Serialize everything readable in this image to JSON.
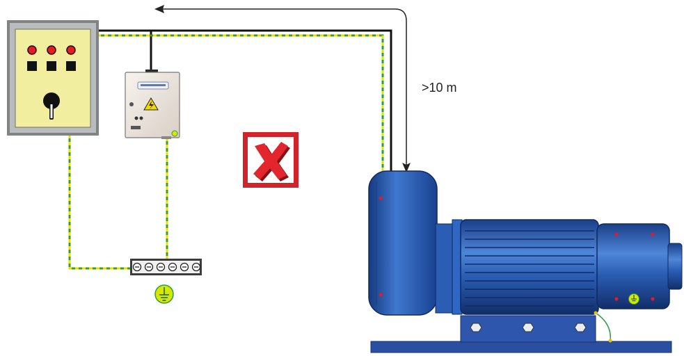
{
  "diagram": {
    "distance_label": ">10 m",
    "status_icon": "cross-mark-icon",
    "colors": {
      "panel_body": "#f2eea0",
      "panel_frame": "#8f9292",
      "led_red": "#e31b23",
      "earth_green": "#2e9e47",
      "earth_yellow": "#e8e000",
      "motor_blue": "#2a5db3",
      "base_blue": "#2b4fa0",
      "cross_red": "#d2232a",
      "earth_badge": "#d8e600"
    },
    "components": {
      "control_panel": {
        "leds": 3,
        "buttons": 3,
        "selector_switch": true
      },
      "frequency_converter": {
        "warning": "high-voltage-icon"
      },
      "earth_bar": {
        "terminals": 6,
        "symbol": "earth-ground-icon"
      },
      "motor": {
        "symbol": "earth-ground-icon"
      }
    }
  }
}
